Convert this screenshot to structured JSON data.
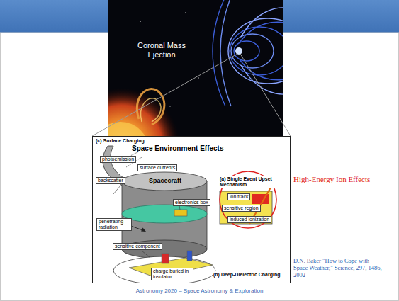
{
  "diagram": {
    "nodes": [
      {
        "text": [
          "Space Environment Effects"
        ]
      },
      {
        "text": [
          "photoemission"
        ],
        "in": 0
      },
      {
        "text": [
          "surface currents"
        ],
        "in": 0
      },
      {
        "text": [
          "backscatter"
        ],
        "in": 0
      },
      {
        "text": [
          "electronics box"
        ],
        "in": 0
      },
      {
        "text": [
          "penetrating radiation"
        ],
        "in": 0
      },
      {
        "text": [
          "sensitive component"
        ],
        "in": 0
      },
      {
        "text": [
          "charge buried in insulator"
        ],
        "in": 0
      },
      {
        "text": [
          "ion track"
        ],
        "in": 0
      },
      {
        "text": [
          "sensitive region"
        ],
        "in": 0
      },
      {
        "text": [
          "induced ionization"
        ],
        "in": 0
      }
    ],
    "labels": [
      "Coronal Mass Ejection",
      "(c) Surface Charging",
      "Spacecraft",
      "(a) Single Event Upset Mechanism",
      "(b) Deep-Dielectric Charging",
      "High-Energy Ion Effects",
      "D.N. Baker \"How to Cope with Space Weather,\" Science, 297, 1486, 2002",
      "Astronomy 2020 – Space Astronomy & Exploration"
    ]
  }
}
